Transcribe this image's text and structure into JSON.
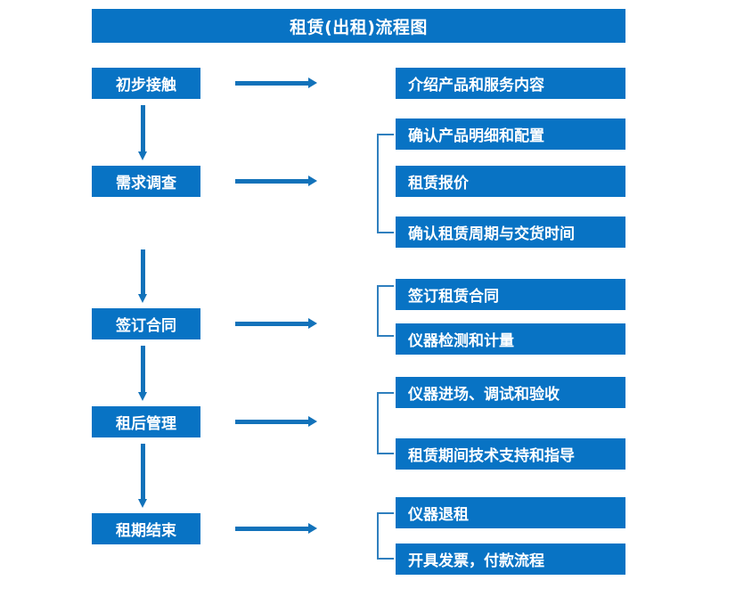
{
  "chart_data": {
    "type": "diagram",
    "title": "租赁(出租)流程图",
    "stages": [
      {
        "label": "初步接触",
        "details": [
          "介绍产品和服务内容"
        ],
        "grouped": false
      },
      {
        "label": "需求调查",
        "details": [
          "确认产品明细和配置",
          "租赁报价",
          "确认租赁周期与交货时间"
        ],
        "grouped": true
      },
      {
        "label": "签订合同",
        "details": [
          "签订租赁合同",
          "仪器检测和计量"
        ],
        "grouped": true
      },
      {
        "label": "租后管理",
        "details": [
          "仪器进场、调试和验收",
          "租赁期间技术支持和指导"
        ],
        "grouped": true
      },
      {
        "label": "租期结束",
        "details": [
          "仪器退租",
          "开具发票，付款流程"
        ],
        "grouped": true
      }
    ]
  },
  "header": {
    "title": "租赁(出租)流程图"
  },
  "colors": {
    "box_fill": "#0873c4",
    "arrow": "#1272ba",
    "bracket": "#2f7fbe",
    "box_text": "#ffffff",
    "background": "#ffffff"
  },
  "stages": [
    {
      "label": "初步接触"
    },
    {
      "label": "需求调查"
    },
    {
      "label": "签订合同"
    },
    {
      "label": "租后管理"
    },
    {
      "label": "租期结束"
    }
  ],
  "details": [
    {
      "label": "介绍产品和服务内容"
    },
    {
      "label": "确认产品明细和配置"
    },
    {
      "label": "租赁报价"
    },
    {
      "label": "确认租赁周期与交货时间"
    },
    {
      "label": "签订租赁合同"
    },
    {
      "label": "仪器检测和计量"
    },
    {
      "label": "仪器进场、调试和验收"
    },
    {
      "label": "租赁期间技术支持和指导"
    },
    {
      "label": "仪器退租"
    },
    {
      "label": "开具发票，付款流程"
    }
  ]
}
